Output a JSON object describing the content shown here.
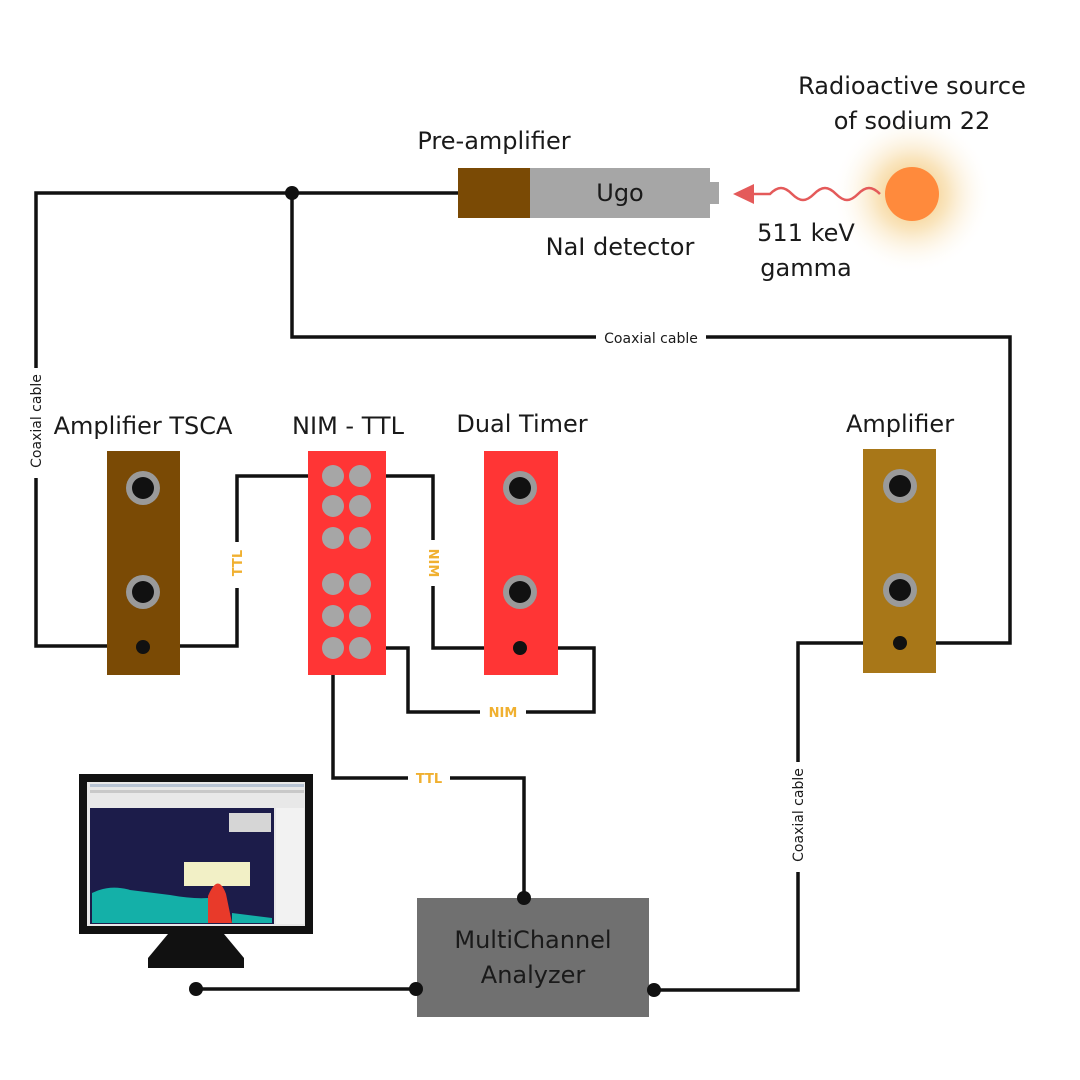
{
  "labels": {
    "source": [
      "Radioactive source",
      "of sodium 22"
    ],
    "preamp": "Pre-amplifier",
    "detector_name": "Ugo",
    "detector_type": "NaI detector",
    "gamma": [
      "511 keV",
      "gamma"
    ],
    "coax": "Coaxial cable",
    "amp_tsca": "Amplifier TSCA",
    "nim_ttl": "NIM - TTL",
    "dual_timer": "Dual Timer",
    "amplifier": "Amplifier",
    "ttl": "TTL",
    "nim": "NIM",
    "mca": [
      "MultiChannel",
      "Analyzer"
    ]
  },
  "colors": {
    "wire": "#111111",
    "amp_tsca": "#7a4a05",
    "nim_ttl": "#ff3535",
    "dual_timer": "#ff3535",
    "amplifier": "#a87718",
    "preamp": "#7a4a05",
    "detector": "#a6a6a6",
    "mca": "#707070",
    "signal_label": "#f0b030",
    "source_core": "#ff8a3c",
    "gamma_wave": "#e45a5a",
    "port": "#9a9a9a"
  },
  "icons": {
    "monitor": "computer-monitor-icon",
    "source": "radioactive-source-icon"
  }
}
